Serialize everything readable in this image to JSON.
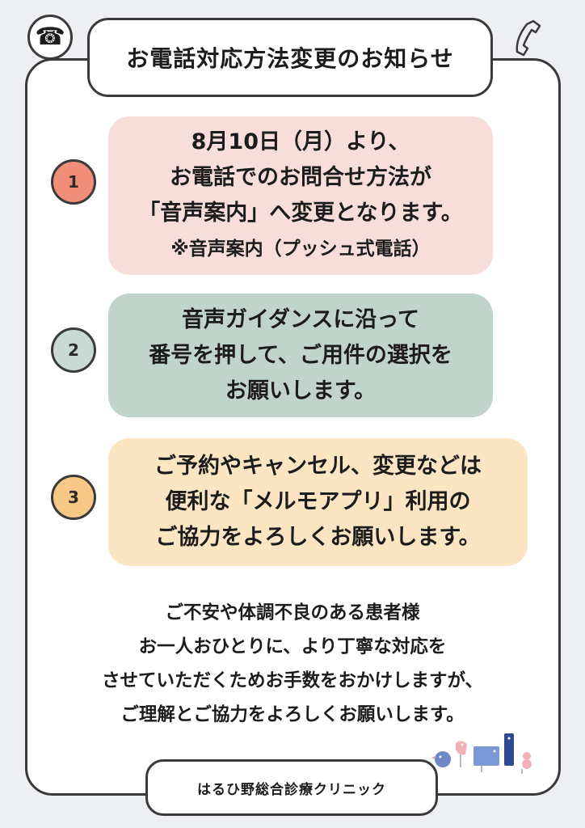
{
  "title": "お電話対応方法変更のお知らせ",
  "items": [
    {
      "number": "1",
      "lines": [
        "8月10日（月）より、",
        "お電話でのお問合せ方法が",
        "「音声案内」へ変更となります。"
      ],
      "note": "※音声案内（プッシュ式電話）"
    },
    {
      "number": "2",
      "lines": [
        "音声ガイダンスに沿って",
        "番号を押して、ご用件の選択を",
        "お願いします。"
      ]
    },
    {
      "number": "3",
      "lines": [
        "ご予約やキャンセル、変更などは",
        "便利な「メルモアプリ」利用の",
        "ご協力をよろしくお願いします。"
      ]
    }
  ],
  "closing": [
    "ご不安や体調不良のある患者様",
    "お一人おひとりに、より丁寧な対応を",
    "させていただくためお手数をおかけしますが、",
    "ご理解とご協力をよろしくお願いします。"
  ],
  "footer": "はるひ野総合診療クリニック",
  "colors": {
    "card1": "#f8ded8",
    "card2": "#c1d4cc",
    "card3": "#fbe5c3",
    "badge1": "#f08e79",
    "badge2": "#c9d9d3",
    "badge3": "#f7c886",
    "border": "#3a3a3a"
  },
  "icons": [
    "telephone-icon",
    "phone-handset-icon",
    "birds-illustration"
  ]
}
